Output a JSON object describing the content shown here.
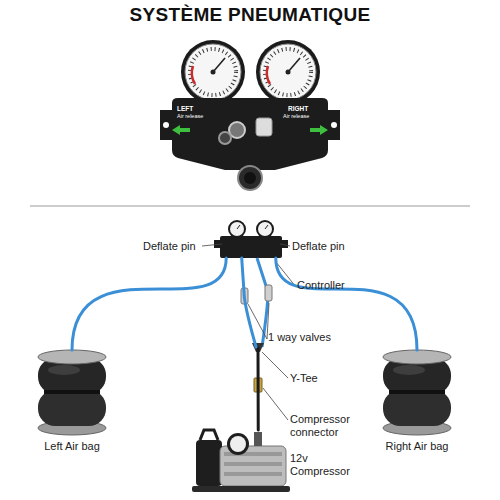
{
  "diagram": {
    "title": "SYSTÈME PNEUMATIQUE",
    "nodes": [
      {
        "text": [
          "LEFT",
          "Air release",
          "RIGHT",
          "Air release"
        ]
      },
      {
        "text": [
          "Controller"
        ]
      },
      {
        "text": [
          "Left Air bag"
        ]
      },
      {
        "text": [
          "Right Air bag"
        ]
      },
      {
        "text": [
          "12v Compressor"
        ]
      }
    ],
    "edges": [
      {
        "from": 1,
        "to": 2,
        "arrow": "none"
      },
      {
        "from": 1,
        "to": 3,
        "arrow": "none"
      },
      {
        "from": 4,
        "to": 1,
        "arrow": "none"
      }
    ],
    "labels": [
      "Deflate pin",
      "Deflate pin",
      "1 way valves",
      "Y-Tee",
      "Compressor connector"
    ]
  }
}
